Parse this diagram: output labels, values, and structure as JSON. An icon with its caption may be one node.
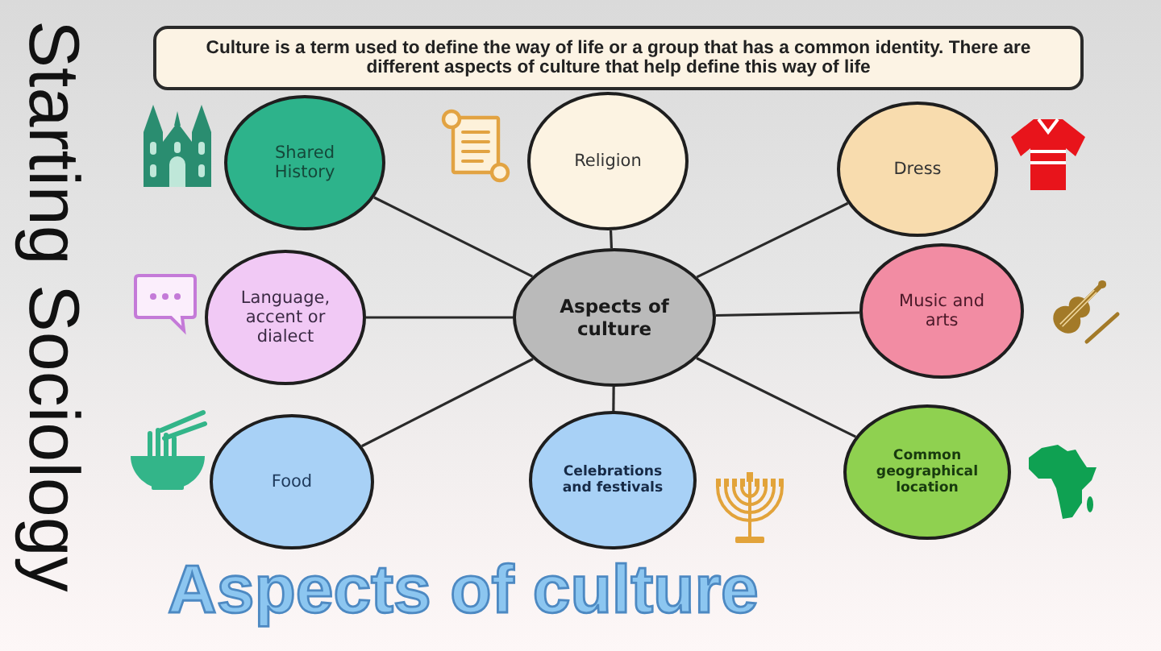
{
  "diagram": {
    "title": "Aspects of culture",
    "nodes": [
      {
        "text": [
          "Culture is a term used to define the way of life or a group that has a common identity. There are different aspects of culture that help define this way of life"
        ]
      },
      {
        "text": [
          "Shared History"
        ]
      },
      {
        "text": [
          "Religion"
        ]
      },
      {
        "text": [
          "Dress"
        ]
      },
      {
        "text": [
          "Language, accent or dialect"
        ]
      },
      {
        "text": [
          "Aspects of culture"
        ]
      },
      {
        "text": [
          "Music and arts"
        ]
      },
      {
        "text": [
          "Food"
        ]
      },
      {
        "text": [
          "Celebrations and festivals"
        ]
      },
      {
        "text": [
          "Common geographical location"
        ]
      }
    ],
    "edges": [
      {
        "from": 5,
        "to": 1,
        "arrow": "none"
      },
      {
        "from": 5,
        "to": 2,
        "arrow": "none"
      },
      {
        "from": 5,
        "to": 3,
        "arrow": "none"
      },
      {
        "from": 5,
        "to": 4,
        "arrow": "none"
      },
      {
        "from": 5,
        "to": 6,
        "arrow": "none"
      },
      {
        "from": 5,
        "to": 7,
        "arrow": "none"
      },
      {
        "from": 5,
        "to": 8,
        "arrow": "none"
      },
      {
        "from": 5,
        "to": 9,
        "arrow": "none"
      }
    ],
    "labels": [
      "Starting Sociology"
    ]
  }
}
